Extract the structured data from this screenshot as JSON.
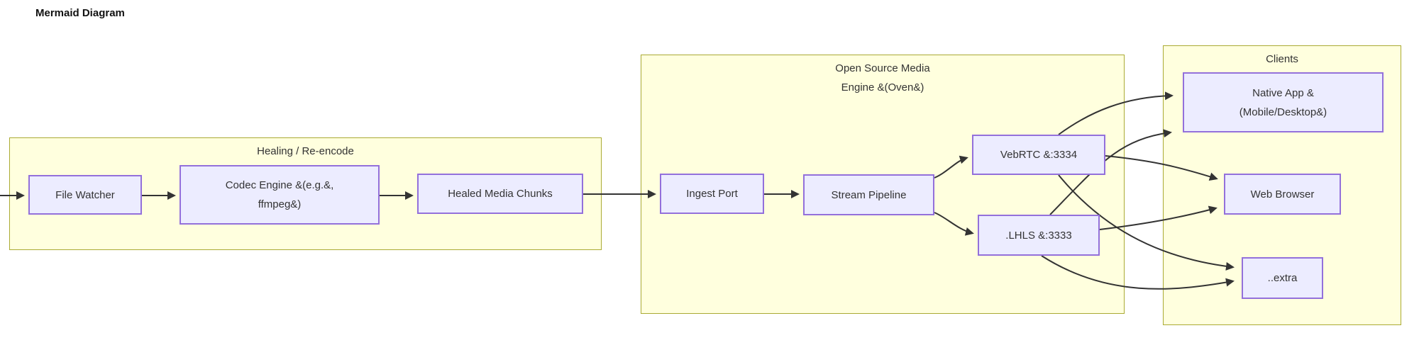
{
  "title": "Mermaid Diagram",
  "colors": {
    "node_fill": "#ECECFF",
    "node_border": "#9370DB",
    "cluster_fill": "#FFFFDE",
    "cluster_border": "#AAAA33",
    "edge": "#333333",
    "text": "#333333"
  },
  "diagram": {
    "clusters": [
      {
        "id": "healing",
        "label_lines": [
          "Healing / Re-encode"
        ]
      },
      {
        "id": "engine",
        "label_lines": [
          "Open Source Media",
          "Engine &(Oven&)"
        ]
      },
      {
        "id": "clients",
        "label_lines": [
          "Clients"
        ]
      }
    ],
    "nodes": [
      {
        "id": "file_watcher",
        "cluster": "healing",
        "label_lines": [
          "File Watcher"
        ]
      },
      {
        "id": "codec_engine",
        "cluster": "healing",
        "label_lines": [
          "Codec Engine &(e.g.&,",
          "ffmpeg&)"
        ]
      },
      {
        "id": "healed_chunks",
        "cluster": "healing",
        "label_lines": [
          "Healed Media Chunks"
        ]
      },
      {
        "id": "ingest_port",
        "cluster": "engine",
        "label_lines": [
          "Ingest Port"
        ]
      },
      {
        "id": "stream_pipeline",
        "cluster": "engine",
        "label_lines": [
          "Stream Pipeline"
        ]
      },
      {
        "id": "webrtc",
        "cluster": "engine",
        "label_lines": [
          "VebRTC &:3334"
        ]
      },
      {
        "id": "llhls",
        "cluster": "engine",
        "label_lines": [
          ".LHLS &:3333"
        ]
      },
      {
        "id": "native_app",
        "cluster": "clients",
        "label_lines": [
          "Native App &",
          "(Mobile/Desktop&)"
        ]
      },
      {
        "id": "web_browser",
        "cluster": "clients",
        "label_lines": [
          "Web Browser"
        ]
      },
      {
        "id": "extra",
        "cluster": "clients",
        "label_lines": [
          "..extra"
        ]
      }
    ],
    "edges": [
      {
        "from": "input",
        "to": "file_watcher"
      },
      {
        "from": "file_watcher",
        "to": "codec_engine"
      },
      {
        "from": "codec_engine",
        "to": "healed_chunks"
      },
      {
        "from": "healed_chunks",
        "to": "ingest_port"
      },
      {
        "from": "ingest_port",
        "to": "stream_pipeline"
      },
      {
        "from": "stream_pipeline",
        "to": "webrtc"
      },
      {
        "from": "stream_pipeline",
        "to": "llhls"
      },
      {
        "from": "webrtc",
        "to": "native_app"
      },
      {
        "from": "webrtc",
        "to": "web_browser"
      },
      {
        "from": "webrtc",
        "to": "extra"
      },
      {
        "from": "llhls",
        "to": "native_app"
      },
      {
        "from": "llhls",
        "to": "web_browser"
      },
      {
        "from": "llhls",
        "to": "extra"
      }
    ]
  }
}
